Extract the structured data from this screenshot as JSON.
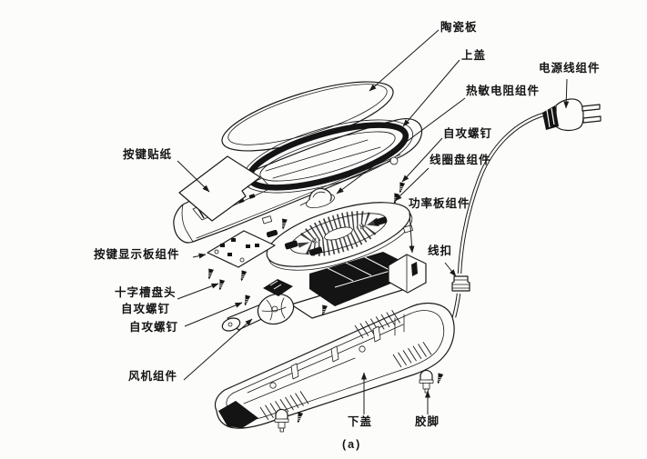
{
  "figure": {
    "type": "exploded-view line drawing",
    "subject": "appliance parts diagram",
    "caption": "(a)",
    "ink_color": "#1a1a1a",
    "background_color": "#fcfcfb"
  },
  "labels": {
    "ceramic_plate": "陶瓷板",
    "top_cover": "上盖",
    "power_cord_assembly": "电源线组件",
    "thermistor_assembly": "热敏电阻组件",
    "tapping_screw_upper": "自攻螺钉",
    "coil_disc_assembly": "线圈盘组件",
    "key_sticker": "按键贴纸",
    "power_board_assembly": "功率板组件",
    "key_display_board_assembly": "按键显示板组件",
    "cross_pan_head_line1": "十字槽盘头",
    "cross_pan_head_line2": "自攻螺钉",
    "tapping_screw_lower": "自攻螺钉",
    "fan_assembly": "风机组件",
    "wire_clip": "线扣",
    "bottom_cover": "下盖",
    "rubber_foot": "胶脚"
  }
}
